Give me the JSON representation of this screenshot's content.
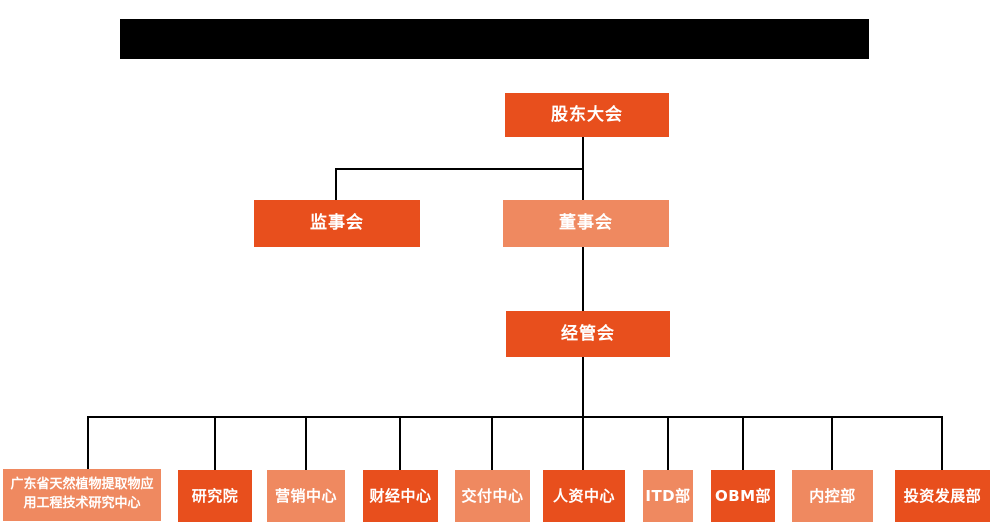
{
  "page": {
    "background": "#ffffff"
  },
  "title_bar": {
    "redacted": true,
    "color": "#000000"
  },
  "colors": {
    "node_primary": "#E84F1D",
    "node_secondary": "#EF8960",
    "connector": "#000000",
    "node_text": "#ffffff"
  },
  "org": {
    "root": {
      "label": "股东大会",
      "variant": "primary"
    },
    "level2": [
      {
        "label": "监事会",
        "variant": "primary"
      },
      {
        "label": "董事会",
        "variant": "secondary"
      }
    ],
    "level3": {
      "label": "经管会",
      "variant": "primary"
    },
    "departments": [
      {
        "label": "广东省天然植物提取物应用工程技术研究中心",
        "variant": "secondary"
      },
      {
        "label": "研究院",
        "variant": "primary"
      },
      {
        "label": "营销中心",
        "variant": "secondary"
      },
      {
        "label": "财经中心",
        "variant": "primary"
      },
      {
        "label": "交付中心",
        "variant": "secondary"
      },
      {
        "label": "人资中心",
        "variant": "primary"
      },
      {
        "label": "ITD部",
        "variant": "secondary"
      },
      {
        "label": "OBM部",
        "variant": "primary"
      },
      {
        "label": "内控部",
        "variant": "secondary"
      },
      {
        "label": "投资发展部",
        "variant": "primary"
      }
    ]
  }
}
